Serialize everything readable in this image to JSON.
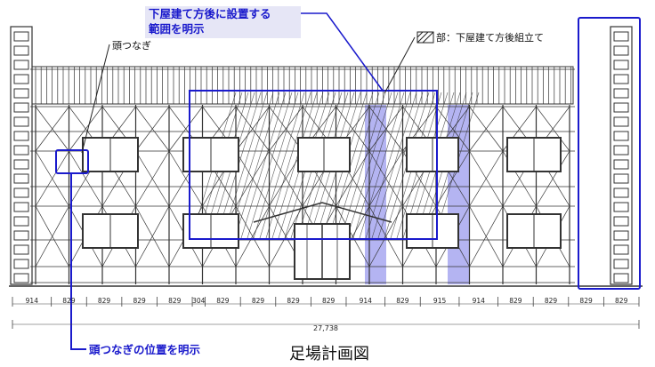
{
  "annotations": {
    "later_install_range": "下屋建て方後に設置する\n範囲を明示",
    "tie_label": "頭つなぎ",
    "legend_text": "部：下屋建て方後組立て",
    "tie_position": "頭つなぎの位置を明示"
  },
  "caption": "足場計画図",
  "dimensions": {
    "spans": [
      "914",
      "829",
      "829",
      "829",
      "829",
      "304",
      "829",
      "829",
      "829",
      "829",
      "914",
      "829",
      "915",
      "914",
      "829",
      "829",
      "829",
      "829"
    ],
    "total": "27,738"
  },
  "colors": {
    "annotation_blue": "#1a1acc",
    "highlight_band": "#9999ee",
    "label_bg": "#e6e6f6",
    "drawing_line": "#333333"
  }
}
